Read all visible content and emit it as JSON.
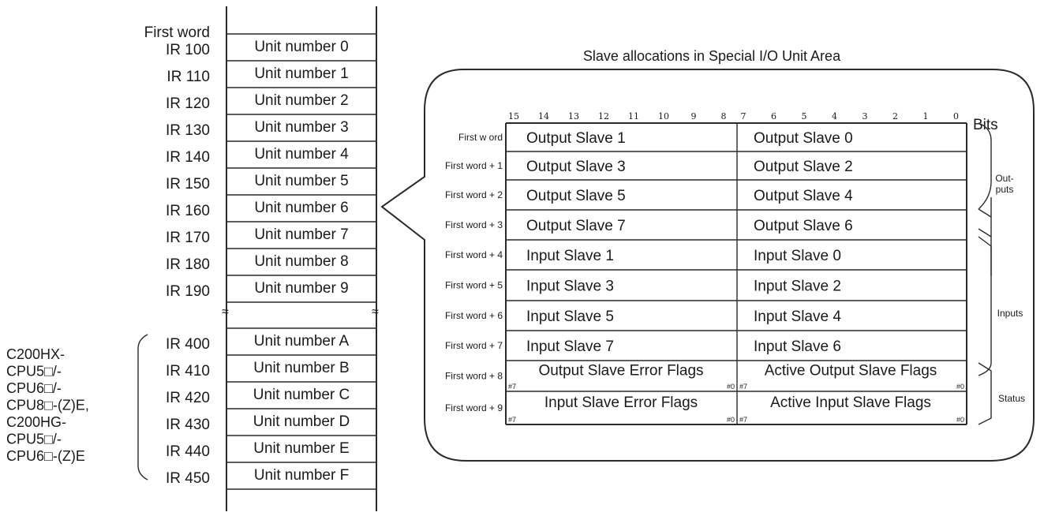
{
  "memory": {
    "first_word_label": "First word",
    "top_rows": [
      {
        "ir": "IR 100",
        "unit": "Unit number 0"
      },
      {
        "ir": "IR 110",
        "unit": "Unit number 1"
      },
      {
        "ir": "IR 120",
        "unit": "Unit number 2"
      },
      {
        "ir": "IR 130",
        "unit": "Unit number 3"
      },
      {
        "ir": "IR 140",
        "unit": "Unit number 4"
      },
      {
        "ir": "IR 150",
        "unit": "Unit number 5"
      },
      {
        "ir": "IR 160",
        "unit": "Unit number 6"
      },
      {
        "ir": "IR 170",
        "unit": "Unit number 7"
      },
      {
        "ir": "IR 180",
        "unit": "Unit number 8"
      },
      {
        "ir": "IR 190",
        "unit": "Unit number 9"
      }
    ],
    "bottom_rows": [
      {
        "ir": "IR 400",
        "unit": "Unit number A"
      },
      {
        "ir": "IR 410",
        "unit": "Unit number B"
      },
      {
        "ir": "IR 420",
        "unit": "Unit number C"
      },
      {
        "ir": "IR 430",
        "unit": "Unit number D"
      },
      {
        "ir": "IR 440",
        "unit": "Unit number E"
      },
      {
        "ir": "IR 450",
        "unit": "Unit number F"
      }
    ],
    "cpu_note_lines": [
      "C200HX-",
      "CPU5□/-",
      "CPU6□/-",
      "CPU8□-(Z)E,",
      "C200HG-",
      "CPU5□/-",
      "CPU6□-(Z)E"
    ]
  },
  "allocation": {
    "title": "Slave allocations in Special I/O Unit Area",
    "bits_label": "Bits",
    "bit_numbers": [
      "15",
      "14",
      "13",
      "12",
      "11",
      "10",
      "9",
      "8",
      "7",
      "6",
      "5",
      "4",
      "3",
      "2",
      "1",
      "0"
    ],
    "rows": [
      {
        "word": "First w ord",
        "high": "Output Slave 1",
        "low": "Output Slave 0"
      },
      {
        "word": "First word + 1",
        "high": "Output Slave 3",
        "low": "Output Slave 2"
      },
      {
        "word": "First word + 2",
        "high": "Output Slave 5",
        "low": "Output Slave 4"
      },
      {
        "word": "First word + 3",
        "high": "Output Slave 7",
        "low": "Output Slave 6"
      },
      {
        "word": "First word + 4",
        "high": "Input Slave 1",
        "low": "Input Slave 0"
      },
      {
        "word": "First word + 5",
        "high": "Input Slave 3",
        "low": "Input Slave 2"
      },
      {
        "word": "First word + 6",
        "high": "Input Slave 5",
        "low": "Input Slave 4"
      },
      {
        "word": "First word + 7",
        "high": "Input Slave 7",
        "low": "Input Slave 6"
      },
      {
        "word": "First word + 8",
        "high": "Output Slave Error Flags",
        "low": "Active Output Slave Flags",
        "flags": true
      },
      {
        "word": "First word + 9",
        "high": "Input Slave Error Flags",
        "low": "Active Input Slave Flags",
        "flags": true
      }
    ],
    "flag_marks": {
      "left": "#7",
      "right": "#0"
    },
    "groups": {
      "outputs": [
        "Out-",
        "puts"
      ],
      "inputs": "Inputs",
      "status": "Status"
    }
  }
}
